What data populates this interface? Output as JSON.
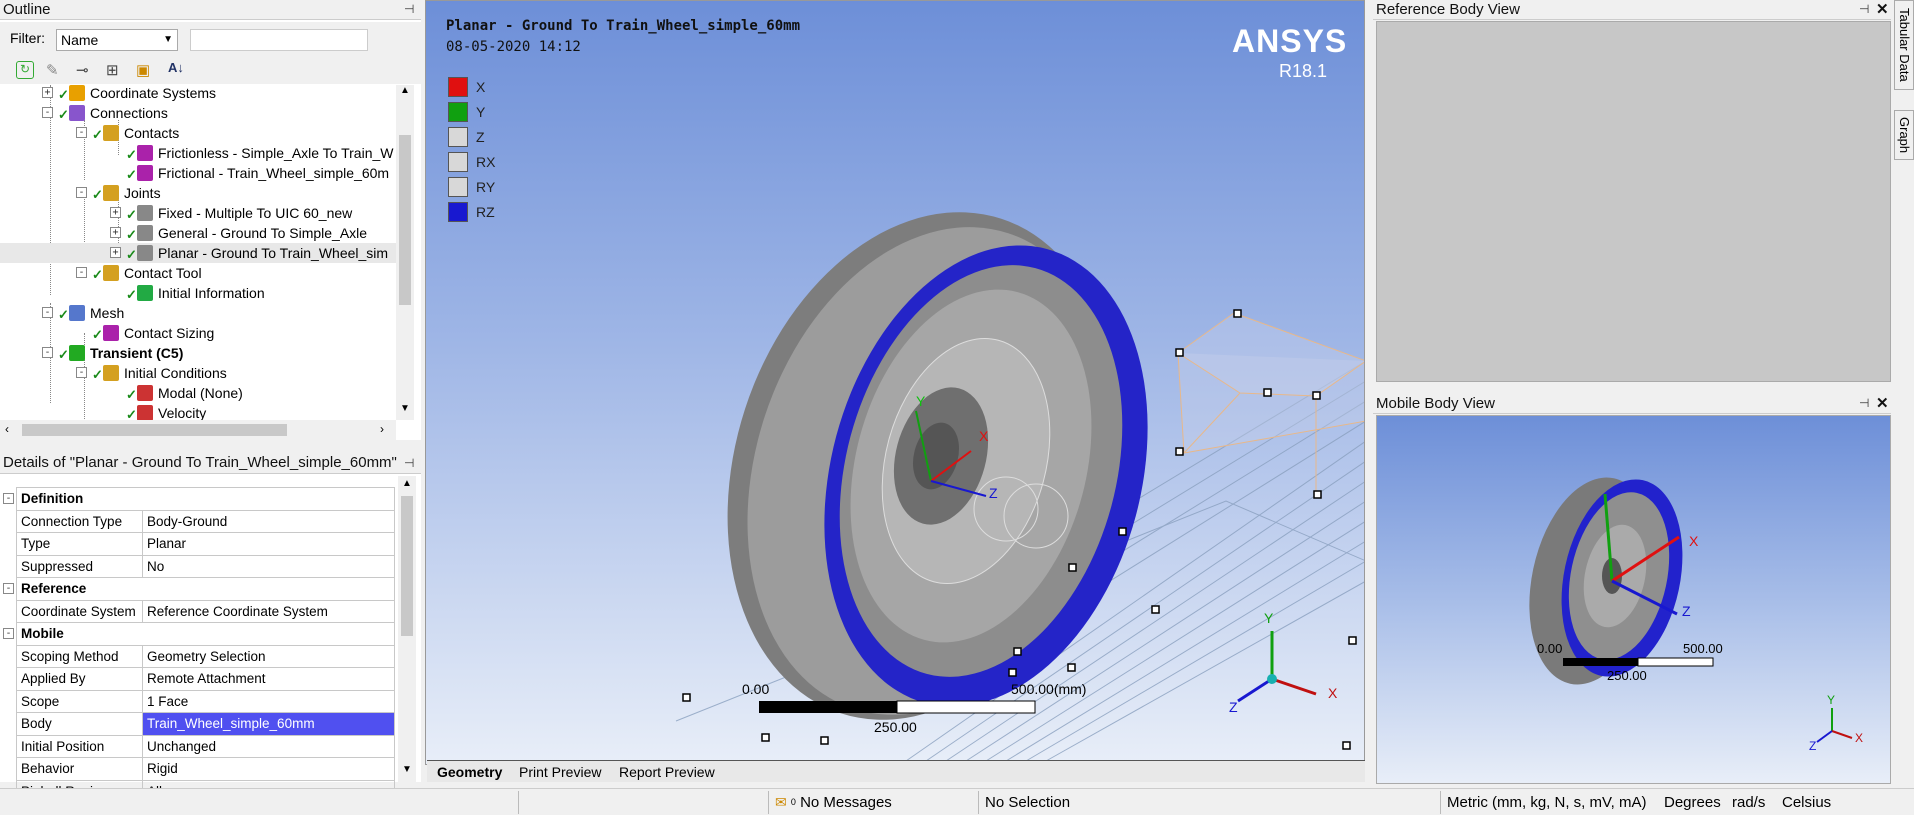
{
  "outline": {
    "title": "Outline",
    "filter_label": "Filter:",
    "filter_value": "Name",
    "filter_text": "",
    "tree": [
      {
        "label": "Coordinate Systems",
        "bold": false
      },
      {
        "label": "Connections",
        "bold": false
      },
      {
        "label": "Contacts",
        "bold": false
      },
      {
        "label": "Frictionless - Simple_Axle To Train_W",
        "bold": false
      },
      {
        "label": "Frictional - Train_Wheel_simple_60m",
        "bold": false
      },
      {
        "label": "Joints",
        "bold": false
      },
      {
        "label": "Fixed - Multiple To UIC 60_new",
        "bold": false
      },
      {
        "label": "General - Ground To Simple_Axle",
        "bold": false
      },
      {
        "label": "Planar - Ground To Train_Wheel_sim",
        "bold": false
      },
      {
        "label": "Contact Tool",
        "bold": false
      },
      {
        "label": "Initial Information",
        "bold": false
      },
      {
        "label": "Mesh",
        "bold": false
      },
      {
        "label": "Contact Sizing",
        "bold": false
      },
      {
        "label": "Transient (C5)",
        "bold": true
      },
      {
        "label": "Initial Conditions",
        "bold": false
      },
      {
        "label": "Modal (None)",
        "bold": false
      },
      {
        "label": "Velocity",
        "bold": false
      }
    ]
  },
  "details": {
    "title": "Details of \"Planar - Ground To Train_Wheel_simple_60mm\"",
    "rows": [
      {
        "group": true,
        "name": "Definition",
        "value": ""
      },
      {
        "group": false,
        "name": "Connection Type",
        "value": "Body-Ground"
      },
      {
        "group": false,
        "name": "Type",
        "value": "Planar"
      },
      {
        "group": false,
        "name": "Suppressed",
        "value": "No"
      },
      {
        "group": true,
        "name": "Reference",
        "value": ""
      },
      {
        "group": false,
        "name": "Coordinate System",
        "value": "Reference Coordinate System"
      },
      {
        "group": true,
        "name": "Mobile",
        "value": ""
      },
      {
        "group": false,
        "name": "Scoping Method",
        "value": "Geometry Selection"
      },
      {
        "group": false,
        "name": "Applied By",
        "value": "Remote Attachment"
      },
      {
        "group": false,
        "name": "Scope",
        "value": "1 Face"
      },
      {
        "group": false,
        "name": "Body",
        "value": "Train_Wheel_simple_60mm",
        "selected": true
      },
      {
        "group": false,
        "name": "Initial Position",
        "value": "Unchanged"
      },
      {
        "group": false,
        "name": "Behavior",
        "value": "Rigid"
      },
      {
        "group": false,
        "name": "Pinball Region",
        "value": "All"
      }
    ]
  },
  "viewport": {
    "title_line": "Planar - Ground To Train_Wheel_simple_60mm",
    "date_line": "08-05-2020 14:12",
    "brand": "ANSYS",
    "version": "R18.1",
    "legend": [
      {
        "label": "X",
        "color": "#e01010"
      },
      {
        "label": "Y",
        "color": "#10a010"
      },
      {
        "label": "Z",
        "color": "#d8d8d8"
      },
      {
        "label": "RX",
        "color": "#d8d8d8"
      },
      {
        "label": "RY",
        "color": "#d8d8d8"
      },
      {
        "label": "RZ",
        "color": "#1818d0"
      }
    ],
    "scale_left": "0.00",
    "scale_right": "500.00(mm)",
    "scale_mid": "250.00",
    "tabs": [
      "Geometry",
      "Print Preview",
      "Report Preview"
    ],
    "axis_x": "X",
    "axis_y": "Y",
    "axis_z": "Z"
  },
  "ref_view": {
    "title": "Reference Body View"
  },
  "mobile_view": {
    "title": "Mobile Body View",
    "scale_left": "0.00",
    "scale_right": "500.00",
    "scale_mid": "250.00"
  },
  "side_tabs": [
    "Tabular Data",
    "Graph"
  ],
  "status": {
    "messages": "No Messages",
    "messages_count": "0",
    "selection": "No Selection",
    "units": "Metric (mm, kg, N, s, mV, mA)",
    "angle": "Degrees",
    "rot": "rad/s",
    "temp": "Celsius"
  }
}
